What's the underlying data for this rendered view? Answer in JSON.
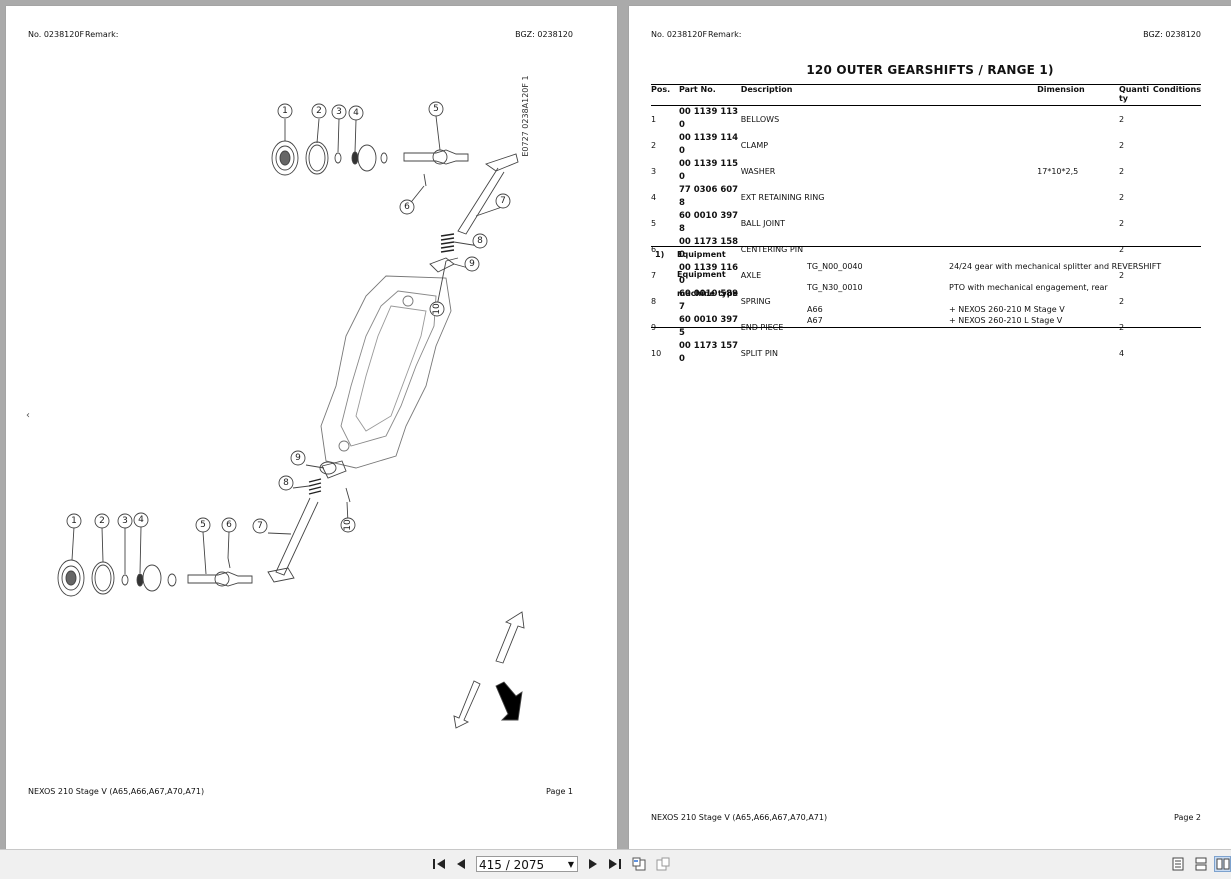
{
  "left_page": {
    "header_no": "No. 0238120F",
    "header_remark": "Remark:",
    "header_bgz": "BGZ: 0238120",
    "drawing_ref": "E0727 0238A120F 1",
    "callouts_top": [
      "1",
      "2",
      "3",
      "4",
      "5",
      "6",
      "7",
      "8",
      "9",
      "10"
    ],
    "callouts_bottom": [
      "1",
      "2",
      "3",
      "4",
      "5",
      "6",
      "7",
      "8",
      "9",
      "10"
    ],
    "footer_model": "NEXOS 210 Stage V (A65,A66,A67,A70,A71)",
    "footer_page": "Page 1",
    "prev_icon": "‹"
  },
  "right_page": {
    "header_no": "No. 0238120F",
    "header_remark": "Remark:",
    "header_bgz": "BGZ: 0238120",
    "title": "120 OUTER GEARSHIFTS / RANGE  1)",
    "columns": [
      "Pos.",
      "Part No.",
      "Description",
      "Dimension",
      "Quanti ty",
      "Conditions"
    ],
    "rows": [
      {
        "pos": "1",
        "part": "00 1139 113 0",
        "desc": "BELLOWS",
        "dim": "",
        "qty": "2",
        "cond": ""
      },
      {
        "pos": "2",
        "part": "00 1139 114 0",
        "desc": "CLAMP",
        "dim": "",
        "qty": "2",
        "cond": ""
      },
      {
        "pos": "3",
        "part": "00 1139 115 0",
        "desc": "WASHER",
        "dim": "17*10*2,5",
        "qty": "2",
        "cond": ""
      },
      {
        "pos": "4",
        "part": "77 0306 607 8",
        "desc": "EXT RETAINING RING",
        "dim": "",
        "qty": "2",
        "cond": ""
      },
      {
        "pos": "5",
        "part": "60 0010 397 8",
        "desc": "BALL JOINT",
        "dim": "",
        "qty": "2",
        "cond": ""
      },
      {
        "pos": "6",
        "part": "00 1173 158 0",
        "desc": "CENTERING PIN",
        "dim": "",
        "qty": "2",
        "cond": ""
      },
      {
        "pos": "7",
        "part": "00 1139 116 0",
        "desc": "AXLE",
        "dim": "",
        "qty": "2",
        "cond": ""
      },
      {
        "pos": "8",
        "part": "60 0010 589 7",
        "desc": "SPRING",
        "dim": "",
        "qty": "2",
        "cond": ""
      },
      {
        "pos": "9",
        "part": "60 0010 397 5",
        "desc": "END PIECE",
        "dim": "",
        "qty": "2",
        "cond": ""
      },
      {
        "pos": "10",
        "part": "00 1173 157 0",
        "desc": "SPLIT PIN",
        "dim": "",
        "qty": "4",
        "cond": ""
      }
    ],
    "notes": {
      "marker": "1)",
      "label1": "Equipment",
      "label2": "Equipment",
      "label3": "machine type",
      "code1": "TG_N00_0040",
      "text1": "24/24 gear with mechanical splitter and REVERSHIFT",
      "code2": "TG_N30_0010",
      "text2": "PTO with mechanical engagement, rear",
      "code3": "A66",
      "text3": "+ NEXOS 260-210 M Stage V",
      "code4": "A67",
      "text4": "+ NEXOS 260-210 L Stage V"
    },
    "footer_model": "NEXOS 210 Stage V (A65,A66,A67,A70,A71)",
    "footer_page": "Page 2"
  },
  "toolbar": {
    "page_indicator": "415 / 2075",
    "first_icon": "first-page-icon",
    "prev_icon": "previous-page-icon",
    "next_icon": "next-page-icon",
    "last_icon": "last-page-icon"
  }
}
